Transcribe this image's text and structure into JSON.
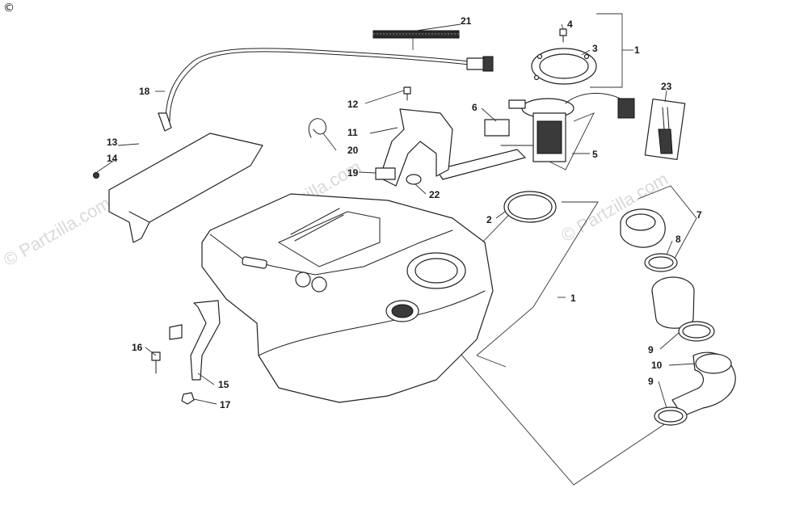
{
  "copyright_symbol": "©",
  "watermark": "© Partzilla.com",
  "callouts": {
    "c1a": "1",
    "c1b": "1",
    "c2": "2",
    "c3": "3",
    "c4": "4",
    "c5": "5",
    "c6": "6",
    "c7": "7",
    "c8": "8",
    "c9a": "9",
    "c9b": "9",
    "c10": "10",
    "c11": "11",
    "c12": "12",
    "c13": "13",
    "c14": "14",
    "c15": "15",
    "c16": "16",
    "c17": "17",
    "c18": "18",
    "c19": "19",
    "c20": "20",
    "c21": "21",
    "c22": "22",
    "c23": "23"
  }
}
